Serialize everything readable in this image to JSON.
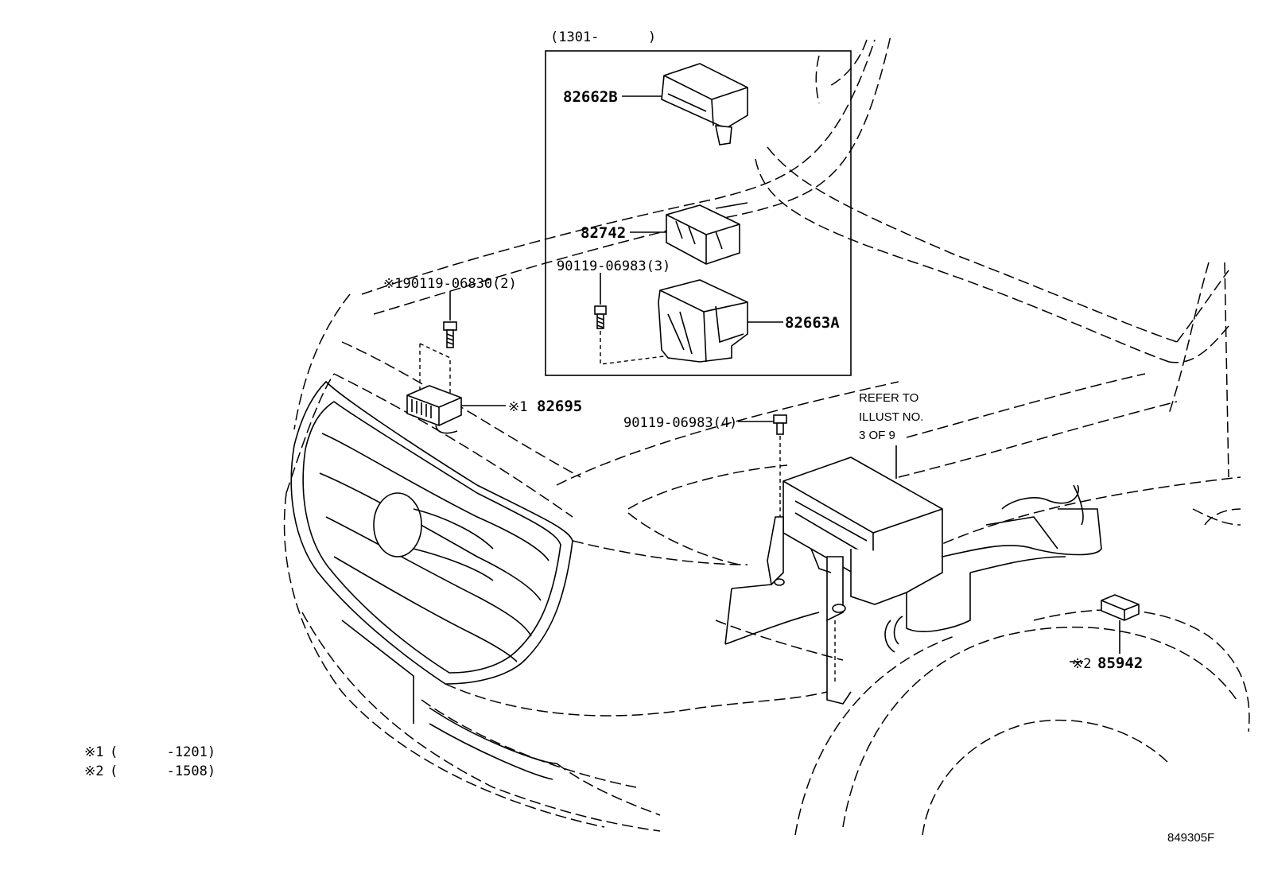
{
  "diagram_id": "849305F",
  "inset": {
    "range": "(1301-      )"
  },
  "parts": {
    "p82662B": "82662B",
    "p82742": "82742",
    "bolt_inset": "90119-06983(3)",
    "p82663A": "82663A",
    "bolt_relay": "※190119-06830(2)",
    "p82695_mark": "※1",
    "p82695": "82695",
    "bolt_main": "90119-06983(4)",
    "p85942_mark": "※2",
    "p85942": "85942"
  },
  "refer": {
    "line1": "REFER TO",
    "line2": "ILLUST NO.",
    "line3": "3 OF 9"
  },
  "notes": [
    {
      "mark": "※1",
      "text": "(      -1201)"
    },
    {
      "mark": "※2",
      "text": "(      -1508)"
    }
  ]
}
